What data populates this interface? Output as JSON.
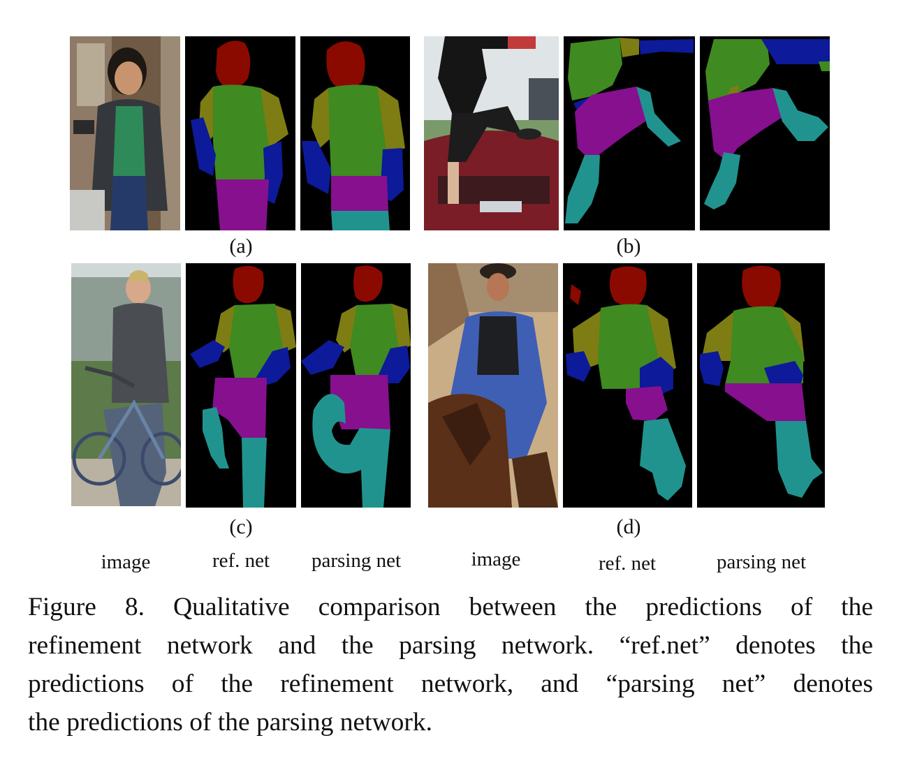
{
  "labels": {
    "sub_a": "(a)",
    "sub_b": "(b)",
    "sub_c": "(c)",
    "sub_d": "(d)",
    "columns": [
      "image",
      "ref. net",
      "parsing net",
      "image",
      "ref. net",
      "parsing net"
    ]
  },
  "caption": {
    "line1": "Figure 8. Qualitative comparison between the predictions of the",
    "line2": "refinement network and the parsing network. “ref.net” denotes the",
    "line3": "predictions of the refinement network, and “parsing net” denotes",
    "line4": "the predictions of the parsing network."
  },
  "colors": {
    "background_mask": "#000000",
    "head": "#8b0a00",
    "torso": "#3f8a21",
    "upper_arm": "#7d7d14",
    "lower_arm": "#0d1a99",
    "upper_leg": "#86108e",
    "lower_leg": "#21938f"
  }
}
